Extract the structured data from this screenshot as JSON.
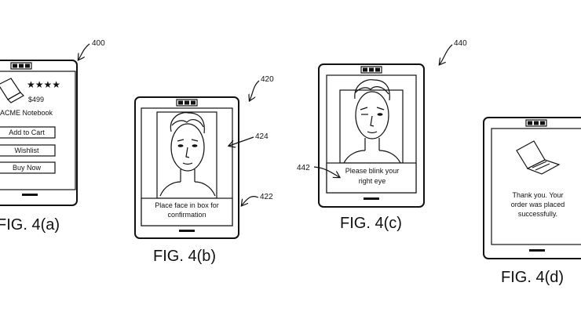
{
  "figures": {
    "a": {
      "ref": "400",
      "label": "FIG. 4(a)",
      "rating": "★★★★",
      "price": "$499",
      "product": "ACME Notebook",
      "buttons": [
        "Add to Cart",
        "Wishlist",
        "Buy Now"
      ]
    },
    "b": {
      "ref": "420",
      "ref_face_box": "424",
      "ref_prompt": "422",
      "label": "FIG. 4(b)",
      "prompt_line1": "Place face in box for",
      "prompt_line2": "confirmation"
    },
    "c": {
      "ref": "440",
      "ref_prompt": "442",
      "label": "FIG. 4(c)",
      "prompt_line1": "Please blink your",
      "prompt_line2": "right eye"
    },
    "d": {
      "label": "FIG. 4(d)",
      "line1": "Thank you.  Your",
      "line2": "order was placed",
      "line3": "successfully."
    }
  },
  "icons": [
    "notebook-laptop-icon",
    "face-illustration",
    "status-bar-icon",
    "speaker-grille-icon",
    "leader-arrow"
  ]
}
